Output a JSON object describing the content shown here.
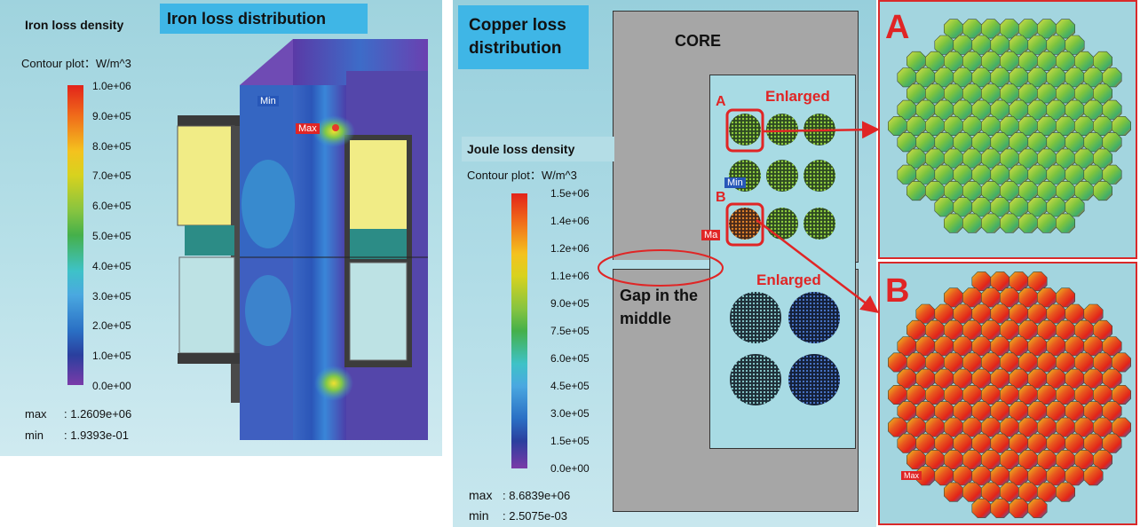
{
  "iron": {
    "title": "Iron loss distribution",
    "legend_title": "Iron loss density",
    "contour_label": "Contour plot：W/m^3",
    "ticks": [
      "1.0e+06",
      "9.0e+05",
      "8.0e+05",
      "7.0e+05",
      "6.0e+05",
      "5.0e+05",
      "4.0e+05",
      "3.0e+05",
      "2.0e+05",
      "1.0e+05",
      "0.0e+00"
    ],
    "max_label": "max",
    "max_value": ": 1.2609e+06",
    "min_label": "min",
    "min_value": ": 1.9393e-01",
    "marker_min": "Min",
    "marker_max": "Max"
  },
  "copper": {
    "title_line1": "Copper loss",
    "title_line2": "distribution",
    "legend_title": "Joule loss density",
    "contour_label": "Contour plot：W/m^3",
    "ticks": [
      "1.5e+06",
      "1.4e+06",
      "1.2e+06",
      "1.1e+06",
      "9.0e+05",
      "7.5e+05",
      "6.0e+05",
      "4.5e+05",
      "3.0e+05",
      "1.5e+05",
      "0.0e+00"
    ],
    "max_label": "max",
    "max_value": ": 8.6839e+06",
    "min_label": "min",
    "min_value": ": 2.5075e-03",
    "core_label": "CORE",
    "gap_line1": "Gap in the",
    "gap_line2": "middle",
    "enlarged_top": "Enlarged",
    "enlarged_bottom": "Enlarged",
    "label_a": "A",
    "label_b": "B",
    "marker_min": "Min",
    "marker_max": "Ma"
  },
  "zoom": {
    "label_a": "A",
    "label_b": "B",
    "marker_max": "Max"
  },
  "colors": {
    "highlight_red": "#e02525",
    "title_blue": "#3fb6e6",
    "core_gray": "#a6a6a6"
  }
}
